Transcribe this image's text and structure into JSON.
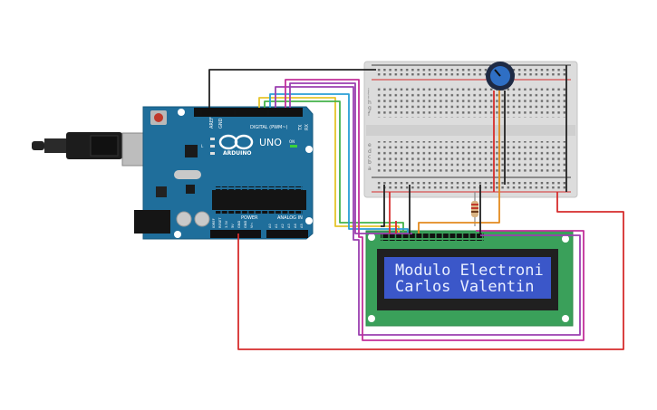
{
  "arduino": {
    "brand": "ARDUINO",
    "model": "UNO",
    "digital_header": "DIGITAL (PWM~)",
    "power_header": "POWER",
    "analog_header": "ANALOG IN",
    "gnd": "GND",
    "aref": "AREF",
    "tx": "TX",
    "rx": "RX",
    "on": "ON",
    "l": "L",
    "reset": "RESET",
    "power_pins": [
      "IOREF",
      "RESET",
      "3.3V",
      "5V",
      "GND",
      "GND",
      "Vin"
    ],
    "analog_pins": [
      "A0",
      "A1",
      "A2",
      "A3",
      "A4",
      "A5"
    ]
  },
  "lcd": {
    "line1": "Modulo Electroni",
    "line2": "Carlos Valentin",
    "backlight_color": "#3b57c9",
    "pcb_color": "#3aa05a"
  },
  "breadboard": {
    "row_letters_top": [
      "j",
      "i",
      "h",
      "g",
      "f"
    ],
    "row_letters_bottom": [
      "e",
      "d",
      "c",
      "b",
      "a"
    ]
  },
  "colors": {
    "wire_red": "#d62d2d",
    "wire_black": "#222222",
    "wire_yellow": "#e6c52b",
    "wire_green": "#44b34a",
    "wire_blue": "#2a9fd6",
    "wire_purple": "#9b3fb0",
    "wire_magenta": "#c2309a",
    "wire_orange": "#e38a1e",
    "board_blue": "#1f6e9b"
  }
}
